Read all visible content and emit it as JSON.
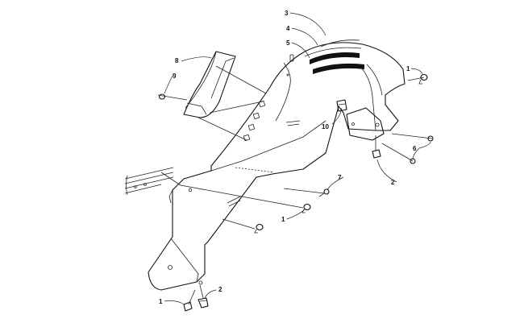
{
  "diagram": {
    "callouts": {
      "c1_top": "1",
      "c1_mid": "1",
      "c1_bot": "1",
      "c2_right": "2",
      "c2_bot": "2",
      "c3": "3",
      "c4": "4",
      "c5": "5",
      "c6": "6",
      "c7": "7",
      "c8": "8",
      "c9": "9",
      "c10": "10"
    }
  }
}
